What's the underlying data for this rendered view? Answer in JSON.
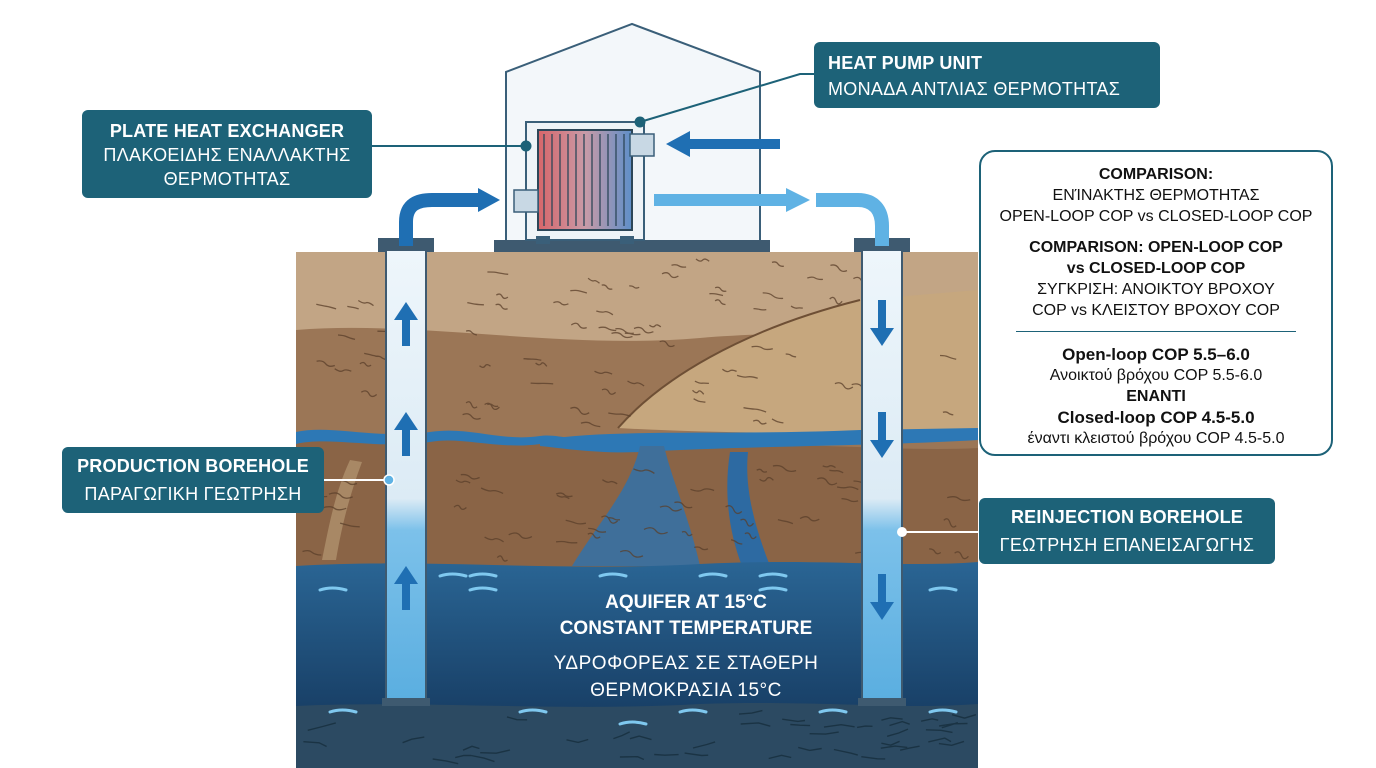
{
  "labels": {
    "heat_pump": {
      "title": "HEAT PUMP UNIT",
      "subtitle": "ΜΟΝΑΔΑ ΑΝΤΛΙΑΣ ΘΕΡΜΟΤΗΤΑΣ"
    },
    "plate_heat_exchanger": {
      "title": "PLATE HEAT EXCHANGER",
      "subtitle_line1": "ΠΛΑΚΟΕΙΔΗΣ ΕΝΑΛΛΑΚΤΗΣ",
      "subtitle_line2": "ΘΕΡΜΟΤΗΤΑΣ"
    },
    "production_borehole": {
      "title": "PRODUCTION BOREHOLE",
      "subtitle": "ΠΑΡΑΓΩΓΙΚΗ ΓΕΩΤΡΗΣΗ"
    },
    "reinjection_borehole": {
      "title": "REINJECTION BOREHOLE",
      "subtitle": "ΓΕΩΤΡΗΣΗ ΕΠΑΝΕΙΣΑΓΩΓΗΣ"
    }
  },
  "comparison": {
    "line1": "COMPARISON:",
    "line2": "ΕΝΊΝΑΚΤΗΣ ΘΕΡΜΟΤΗΤΑΣ",
    "line3": "OPEN-LOOP COP vs CLOSED-LOOP COP",
    "line4": "COMPARISON: OPEN-LOOP COP",
    "line5": "vs CLOSED-LOOP COP",
    "line6": "ΣΥΓΚΡΙΣΗ: ΑΝΟΙΚΤΟΥ ΒΡΟΧΟΥ",
    "line7": "COP vs ΚΛΕΙΣΤΟΥ ΒΡΟΧΟΥ COP",
    "open_loop": "Open-loop COP 5.5–6.0",
    "open_loop_gr": "Ανοικτού βρόχου COP 5.5-6.0",
    "versus": "ΕΝΑΝΤΙ",
    "closed_loop": "Closed-loop COP 4.5-5.0",
    "closed_loop_gr": "έναντι κλειστού βρόχου COP 4.5-5.0"
  },
  "aquifer": {
    "title_line1": "AQUIFER AT 15°C",
    "title_line2": "CONSTANT TEMPERATURE",
    "subtitle_line1": "ΥΔΡΟΦΟΡΕΑΣ ΣΕ ΣΤΑΘΕΡΗ",
    "subtitle_line2": "ΘΕΡΜΟΚΡΑΣΙΑ 15°C"
  },
  "colors": {
    "label_bg": "#1d6278",
    "topsoil": "#c2a585",
    "clay": "#9b7656",
    "sand": "#c6a77e",
    "aquifer": "#1d4f7c",
    "bedrock": "#2c4a62",
    "water_light": "#5fb2e4",
    "arrow_blue": "#1f6fb3"
  },
  "icons": [
    "up-arrow-icon",
    "down-arrow-icon",
    "flow-arrow-icon"
  ]
}
